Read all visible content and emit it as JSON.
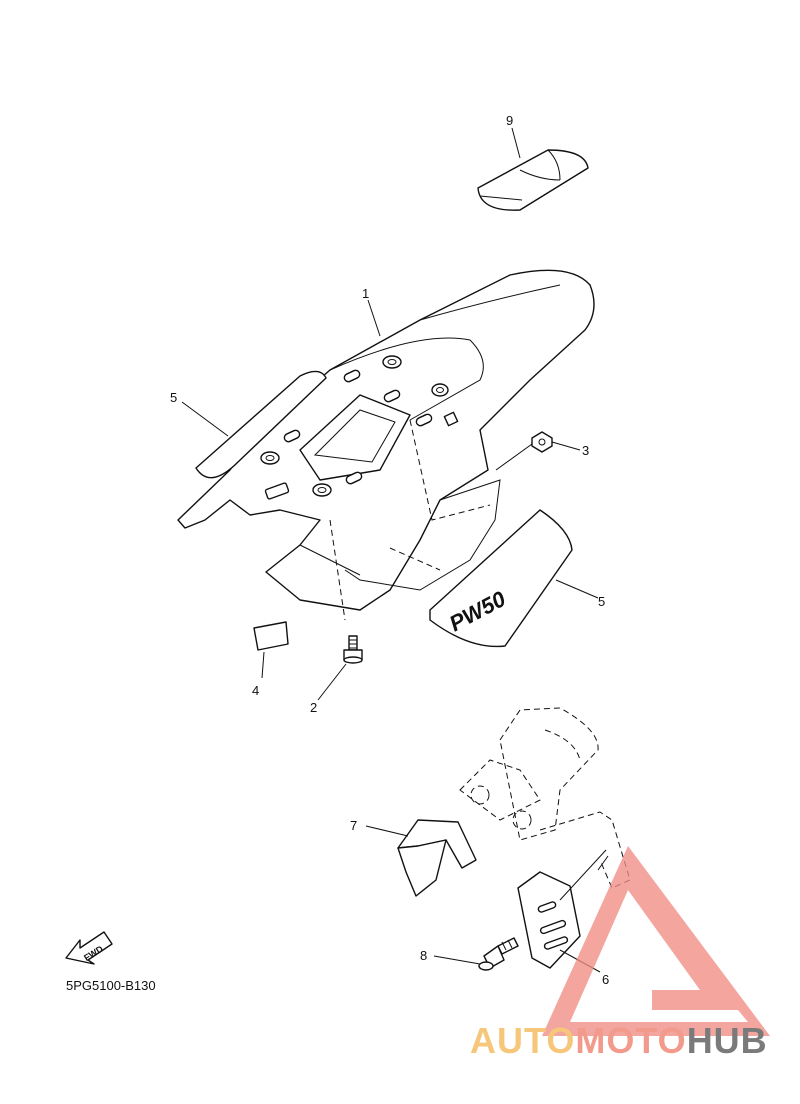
{
  "callouts": {
    "c1": "1",
    "c2": "2",
    "c3": "3",
    "c4": "4",
    "c5a": "5",
    "c5b": "5",
    "c6": "6",
    "c7": "7",
    "c8": "8",
    "c9": "9"
  },
  "decal_text": "PW50",
  "fwd_label": "FWD",
  "diagram_code": "5PG5100-B130",
  "watermark": {
    "part1": "AUTO",
    "part2": "MOTO",
    "part3": "HUB",
    "colors": {
      "auto": "#f6c77a",
      "moto": "#f29b8c",
      "hub": "#7a7a7a",
      "triangle": "#f08c84"
    }
  }
}
